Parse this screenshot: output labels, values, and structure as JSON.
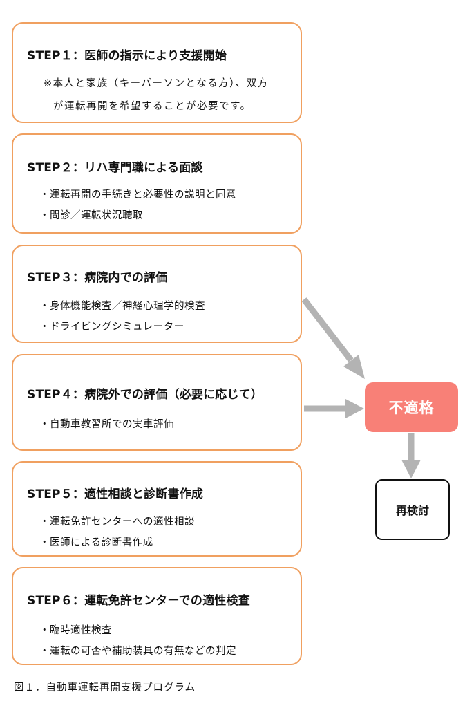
{
  "steps": [
    {
      "title": "STEP１：医師の指示により支援開始",
      "lines": [
        "※本人と家族（キーパーソンとなる方）、双方",
        "が運転再開を希望することが必要です。"
      ]
    },
    {
      "title": "STEP２：リハ専門職による面談",
      "lines": [
        "・運転再開の手続きと必要性の説明と同意",
        "・問診／運転状況聴取"
      ]
    },
    {
      "title": "STEP３：病院内での評価",
      "lines": [
        "・身体機能検査／神経心理学的検査",
        "・ドライビングシミュレーター"
      ]
    },
    {
      "title": "STEP４：病院外での評価（必要に応じて）",
      "lines": [
        "・自動車教習所での実車評価"
      ]
    },
    {
      "title": "STEP５：適性相談と診断書作成",
      "lines": [
        "・運転免許センターへの適性相談",
        "・医師による診断書作成"
      ]
    },
    {
      "title": "STEP６：運転免許センターでの適性検査",
      "lines": [
        "・臨時適性検査",
        "・運転の可否や補助装具の有無などの判定"
      ]
    }
  ],
  "outcome": {
    "label": "不適格",
    "color": "#f88077"
  },
  "review": {
    "label": "再検討"
  },
  "caption": "図１．自動車運転再開支援プログラム",
  "colors": {
    "box_border": "#f0a060",
    "arrow": "#b3b3b3"
  }
}
